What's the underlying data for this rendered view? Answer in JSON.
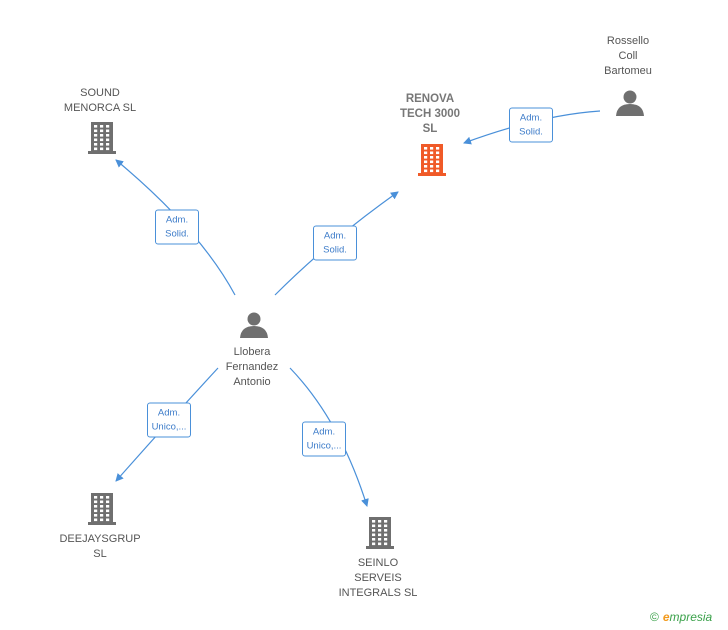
{
  "nodes": [
    {
      "id": "sound",
      "type": "company",
      "label": "SOUND\nMENORCA SL",
      "color": "#6f6f6f"
    },
    {
      "id": "renova",
      "type": "company",
      "label": "RENOVA\nTECH 3000\nSL",
      "color": "#f05a28",
      "focus": true
    },
    {
      "id": "rossello",
      "type": "person",
      "label": "Rossello\nColl\nBartomeu",
      "color": "#6f6f6f"
    },
    {
      "id": "llobera",
      "type": "person",
      "label": "Llobera\nFernandez\nAntonio",
      "color": "#6f6f6f"
    },
    {
      "id": "deejays",
      "type": "company",
      "label": "DEEJAYSGRUP\nSL",
      "color": "#6f6f6f"
    },
    {
      "id": "seinlo",
      "type": "company",
      "label": "SEINLO\nSERVEIS\nINTEGRALS  SL",
      "color": "#6f6f6f"
    }
  ],
  "edges": [
    {
      "from": "llobera",
      "to": "sound",
      "label": "Adm.\nSolid."
    },
    {
      "from": "llobera",
      "to": "renova",
      "label": "Adm.\nSolid."
    },
    {
      "from": "rossello",
      "to": "renova",
      "label": "Adm.\nSolid."
    },
    {
      "from": "llobera",
      "to": "deejays",
      "label": "Adm.\nUnico,..."
    },
    {
      "from": "llobera",
      "to": "seinlo",
      "label": "Adm.\nUnico,..."
    }
  ],
  "edge_color": "#4a90d9",
  "brand": {
    "copyright": "©",
    "initial": "e",
    "rest": "mpresia"
  }
}
